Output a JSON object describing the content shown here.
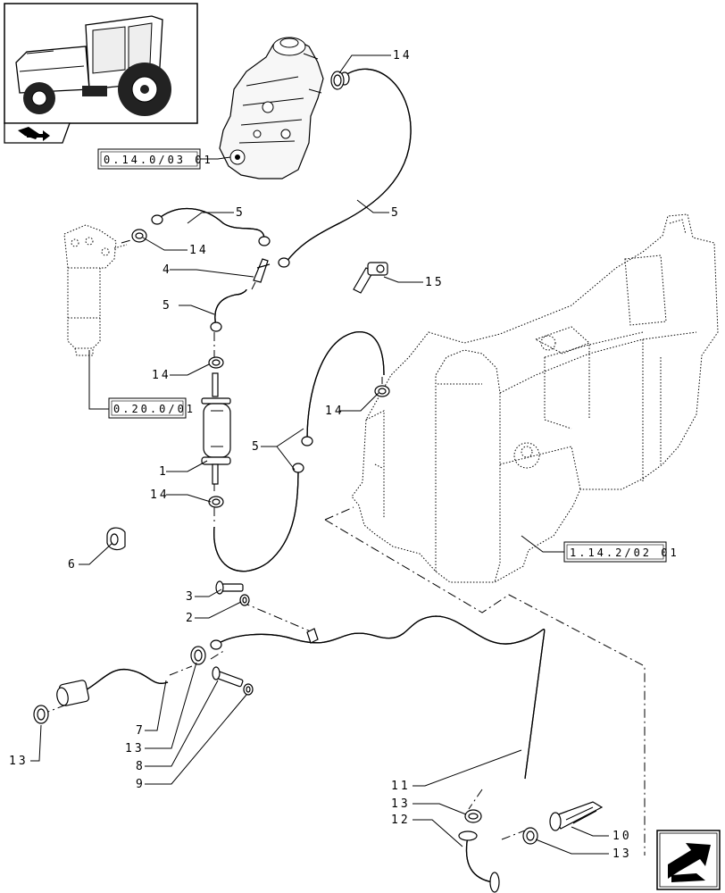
{
  "reference_boxes": {
    "injection_pump": "0.14.0/03 01",
    "fuel_filter": "0.20.0/01",
    "tank": "1.14.2/02 01"
  },
  "callouts": {
    "c14_top": "14",
    "c5_top_right": "5",
    "c5_upper": "5",
    "c14_upper": "14",
    "c4": "4",
    "c15": "15",
    "c5_mid": "5",
    "c14_mid": "14",
    "c14_right": "14",
    "c5_lower": "5",
    "c1": "1",
    "c14_lower": "14",
    "c6": "6",
    "c3": "3",
    "c2": "2",
    "c7": "7",
    "c13_a": "13",
    "c8": "8",
    "c9": "9",
    "c13_left": "13",
    "c11": "11",
    "c13_b": "13",
    "c12": "12",
    "c10": "10",
    "c13_c": "13"
  },
  "icons": {
    "tractor_thumbnail": "tractor-icon",
    "section_marker": "book-arrow-icon",
    "next_page": "next-arrow-icon"
  }
}
